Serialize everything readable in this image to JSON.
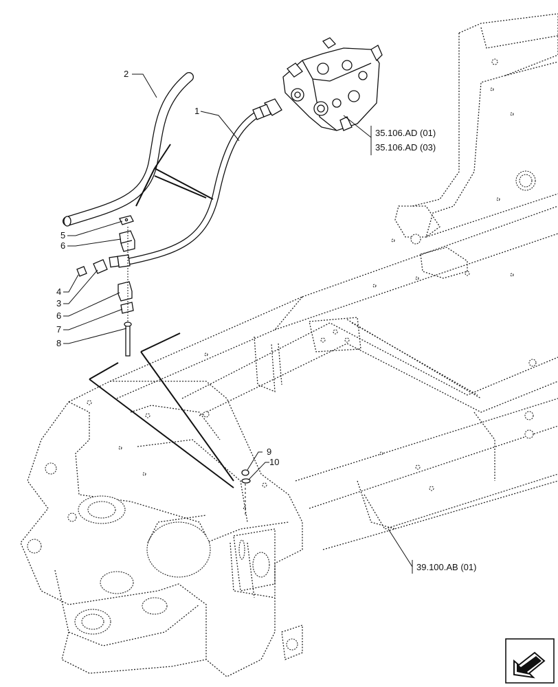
{
  "callouts": [
    {
      "id": "c1",
      "label": "1"
    },
    {
      "id": "c2",
      "label": "2"
    },
    {
      "id": "c3",
      "label": "3"
    },
    {
      "id": "c4",
      "label": "4"
    },
    {
      "id": "c5",
      "label": "5"
    },
    {
      "id": "c6a",
      "label": "6"
    },
    {
      "id": "c6b",
      "label": "6"
    },
    {
      "id": "c7",
      "label": "7"
    },
    {
      "id": "c8",
      "label": "8"
    },
    {
      "id": "c9",
      "label": "9"
    },
    {
      "id": "c10",
      "label": "10"
    }
  ],
  "references": {
    "pump_ref_1": "35.106.AD (01)",
    "pump_ref_2": "35.106.AD (03)",
    "frame_ref": "39.100.AB (01)"
  },
  "icons": {
    "nav_arrow": "previous-page-arrow-icon"
  }
}
